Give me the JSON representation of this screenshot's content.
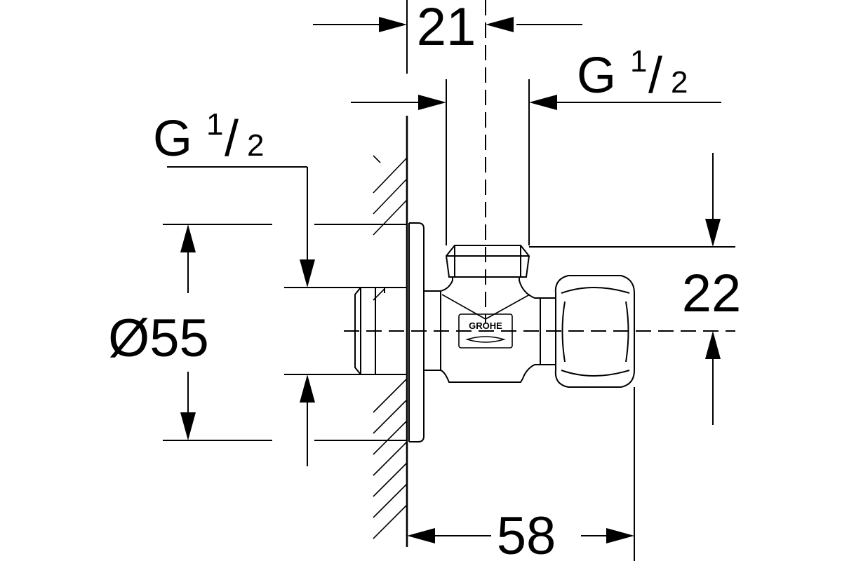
{
  "dimensions": {
    "top_width": "21",
    "outlet_thread": {
      "letter": "G",
      "num": "1",
      "slash": "/",
      "den": "2"
    },
    "inlet_thread": {
      "letter": "G",
      "num": "1",
      "slash": "/",
      "den": "2"
    },
    "flange_diameter": "Ø55",
    "outlet_height": "22",
    "projection_length": "58"
  },
  "logo": {
    "brand_text": "GROHE"
  }
}
